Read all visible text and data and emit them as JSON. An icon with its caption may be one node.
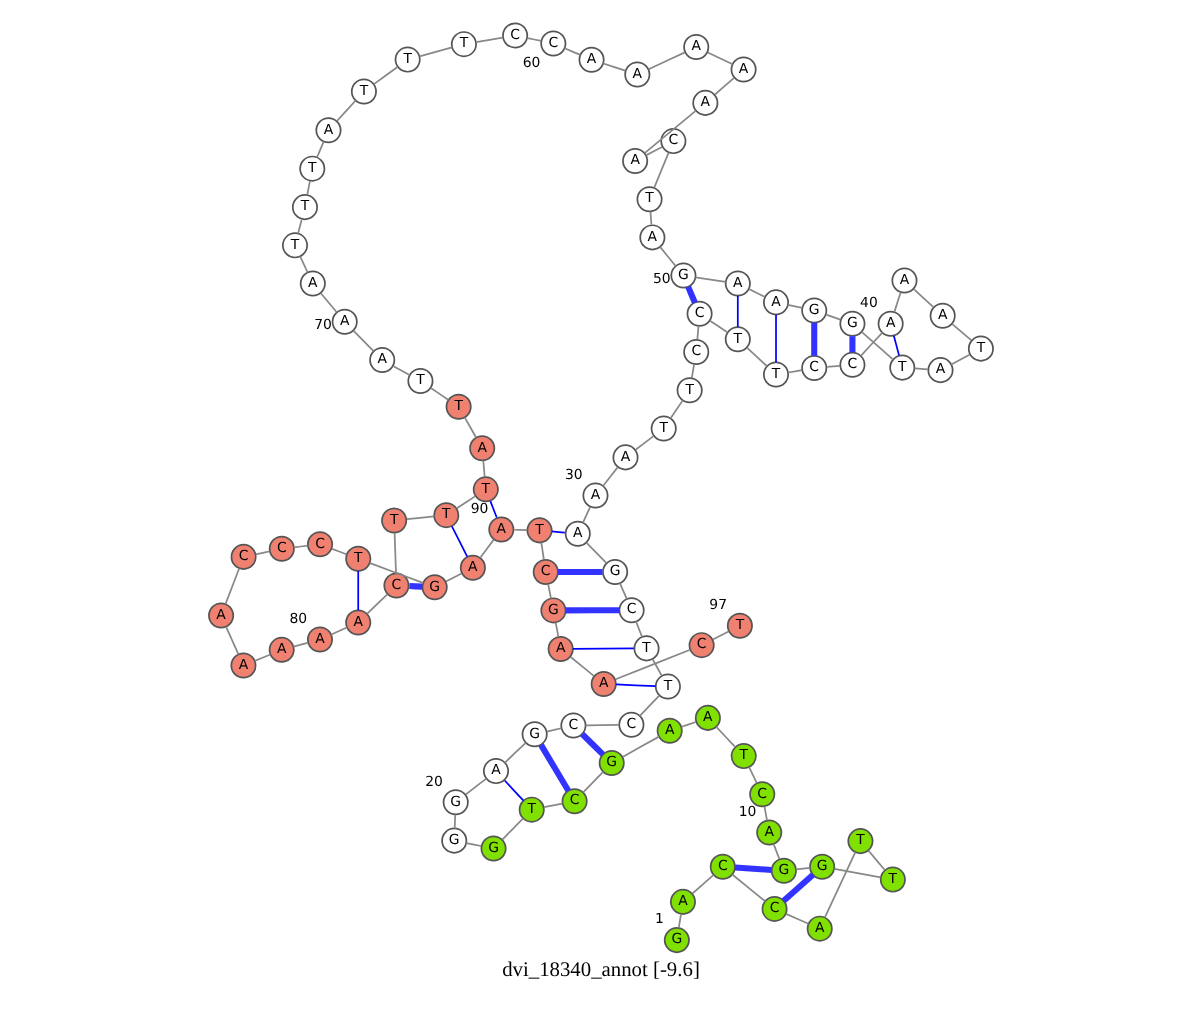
{
  "diagram": {
    "caption": "dvi_18340_annot [-9.6]",
    "nodes": [
      {
        "text": [
          "G"
        ],
        "beside": [
          "1"
        ]
      },
      {
        "text": [
          "A"
        ]
      },
      {
        "text": [
          "C"
        ]
      },
      {
        "text": [
          "C"
        ]
      },
      {
        "text": [
          "A"
        ]
      },
      {
        "text": [
          "T"
        ]
      },
      {
        "text": [
          "T"
        ]
      },
      {
        "text": [
          "G"
        ]
      },
      {
        "text": [
          "G"
        ]
      },
      {
        "text": [
          "A"
        ],
        "beside": [
          "10"
        ]
      },
      {
        "text": [
          "C"
        ]
      },
      {
        "text": [
          "T"
        ]
      },
      {
        "text": [
          "A"
        ]
      },
      {
        "text": [
          "A"
        ]
      },
      {
        "text": [
          "G"
        ]
      },
      {
        "text": [
          "C"
        ]
      },
      {
        "text": [
          "T"
        ]
      },
      {
        "text": [
          "G"
        ]
      },
      {
        "text": [
          "G"
        ]
      },
      {
        "text": [
          "G"
        ],
        "beside": [
          "20"
        ]
      },
      {
        "text": [
          "A"
        ]
      },
      {
        "text": [
          "G"
        ]
      },
      {
        "text": [
          "C"
        ]
      },
      {
        "text": [
          "C"
        ]
      },
      {
        "text": [
          "T"
        ]
      },
      {
        "text": [
          "T"
        ]
      },
      {
        "text": [
          "C"
        ]
      },
      {
        "text": [
          "G"
        ]
      },
      {
        "text": [
          "A"
        ]
      },
      {
        "text": [
          "A"
        ],
        "beside": [
          "30"
        ]
      },
      {
        "text": [
          "A"
        ]
      },
      {
        "text": [
          "T"
        ]
      },
      {
        "text": [
          "T"
        ]
      },
      {
        "text": [
          "C"
        ]
      },
      {
        "text": [
          "C"
        ]
      },
      {
        "text": [
          "T"
        ]
      },
      {
        "text": [
          "T"
        ]
      },
      {
        "text": [
          "C"
        ]
      },
      {
        "text": [
          "C"
        ]
      },
      {
        "text": [
          "A"
        ],
        "beside": [
          "40"
        ]
      },
      {
        "text": [
          "A"
        ]
      },
      {
        "text": [
          "A"
        ]
      },
      {
        "text": [
          "T"
        ]
      },
      {
        "text": [
          "A"
        ]
      },
      {
        "text": [
          "T"
        ]
      },
      {
        "text": [
          "G"
        ]
      },
      {
        "text": [
          "G"
        ]
      },
      {
        "text": [
          "A"
        ]
      },
      {
        "text": [
          "A"
        ]
      },
      {
        "text": [
          "G"
        ],
        "beside": [
          "50"
        ]
      },
      {
        "text": [
          "A"
        ]
      },
      {
        "text": [
          "T"
        ]
      },
      {
        "text": [
          "C"
        ]
      },
      {
        "text": [
          "A"
        ]
      },
      {
        "text": [
          "A"
        ]
      },
      {
        "text": [
          "A"
        ]
      },
      {
        "text": [
          "A"
        ]
      },
      {
        "text": [
          "A"
        ]
      },
      {
        "text": [
          "A"
        ]
      },
      {
        "text": [
          "C"
        ],
        "beside": [
          "60"
        ]
      },
      {
        "text": [
          "C"
        ]
      },
      {
        "text": [
          "T"
        ]
      },
      {
        "text": [
          "T"
        ]
      },
      {
        "text": [
          "T"
        ]
      },
      {
        "text": [
          "A"
        ]
      },
      {
        "text": [
          "T"
        ]
      },
      {
        "text": [
          "T"
        ]
      },
      {
        "text": [
          "T"
        ]
      },
      {
        "text": [
          "A"
        ]
      },
      {
        "text": [
          "A"
        ],
        "beside": [
          "70"
        ]
      },
      {
        "text": [
          "A"
        ]
      },
      {
        "text": [
          "T"
        ]
      },
      {
        "text": [
          "T"
        ]
      },
      {
        "text": [
          "A"
        ]
      },
      {
        "text": [
          "T"
        ]
      },
      {
        "text": [
          "T"
        ]
      },
      {
        "text": [
          "T"
        ]
      },
      {
        "text": [
          "C"
        ]
      },
      {
        "text": [
          "A"
        ]
      },
      {
        "text": [
          "A"
        ],
        "beside": [
          "80"
        ]
      },
      {
        "text": [
          "A"
        ]
      },
      {
        "text": [
          "A"
        ]
      },
      {
        "text": [
          "A"
        ]
      },
      {
        "text": [
          "C"
        ]
      },
      {
        "text": [
          "C"
        ]
      },
      {
        "text": [
          "C"
        ]
      },
      {
        "text": [
          "T"
        ]
      },
      {
        "text": [
          "G"
        ]
      },
      {
        "text": [
          "A"
        ]
      },
      {
        "text": [
          "A"
        ],
        "beside": [
          "90"
        ]
      },
      {
        "text": [
          "T"
        ]
      },
      {
        "text": [
          "C"
        ]
      },
      {
        "text": [
          "G"
        ]
      },
      {
        "text": [
          "A"
        ]
      },
      {
        "text": [
          "A"
        ]
      },
      {
        "text": [
          "C"
        ]
      },
      {
        "text": [
          "T"
        ],
        "beside": [
          "97"
        ]
      }
    ],
    "edges": [
      {
        "from": 0,
        "to": 1,
        "arrow": "none"
      },
      {
        "from": 1,
        "to": 2,
        "arrow": "none"
      },
      {
        "from": 2,
        "to": 3,
        "arrow": "none"
      },
      {
        "from": 3,
        "to": 4,
        "arrow": "none"
      },
      {
        "from": 4,
        "to": 5,
        "arrow": "none"
      },
      {
        "from": 5,
        "to": 6,
        "arrow": "none"
      },
      {
        "from": 6,
        "to": 7,
        "arrow": "none"
      },
      {
        "from": 7,
        "to": 8,
        "arrow": "none"
      },
      {
        "from": 8,
        "to": 9,
        "arrow": "none"
      },
      {
        "from": 9,
        "to": 10,
        "arrow": "none"
      },
      {
        "from": 10,
        "to": 11,
        "arrow": "none"
      },
      {
        "from": 11,
        "to": 12,
        "arrow": "none"
      },
      {
        "from": 12,
        "to": 13,
        "arrow": "none"
      },
      {
        "from": 13,
        "to": 14,
        "arrow": "none"
      },
      {
        "from": 14,
        "to": 15,
        "arrow": "none"
      },
      {
        "from": 15,
        "to": 16,
        "arrow": "none"
      },
      {
        "from": 16,
        "to": 17,
        "arrow": "none"
      },
      {
        "from": 17,
        "to": 18,
        "arrow": "none"
      },
      {
        "from": 18,
        "to": 19,
        "arrow": "none"
      },
      {
        "from": 19,
        "to": 20,
        "arrow": "none"
      },
      {
        "from": 20,
        "to": 21,
        "arrow": "none"
      },
      {
        "from": 21,
        "to": 22,
        "arrow": "none"
      },
      {
        "from": 22,
        "to": 23,
        "arrow": "none"
      },
      {
        "from": 23,
        "to": 24,
        "arrow": "none"
      },
      {
        "from": 24,
        "to": 25,
        "arrow": "none"
      },
      {
        "from": 25,
        "to": 26,
        "arrow": "none"
      },
      {
        "from": 26,
        "to": 27,
        "arrow": "none"
      },
      {
        "from": 27,
        "to": 28,
        "arrow": "none"
      },
      {
        "from": 28,
        "to": 29,
        "arrow": "none"
      },
      {
        "from": 29,
        "to": 30,
        "arrow": "none"
      },
      {
        "from": 30,
        "to": 31,
        "arrow": "none"
      },
      {
        "from": 31,
        "to": 32,
        "arrow": "none"
      },
      {
        "from": 32,
        "to": 33,
        "arrow": "none"
      },
      {
        "from": 33,
        "to": 34,
        "arrow": "none"
      },
      {
        "from": 34,
        "to": 35,
        "arrow": "none"
      },
      {
        "from": 35,
        "to": 36,
        "arrow": "none"
      },
      {
        "from": 36,
        "to": 37,
        "arrow": "none"
      },
      {
        "from": 37,
        "to": 38,
        "arrow": "none"
      },
      {
        "from": 38,
        "to": 39,
        "arrow": "none"
      },
      {
        "from": 39,
        "to": 40,
        "arrow": "none"
      },
      {
        "from": 40,
        "to": 41,
        "arrow": "none"
      },
      {
        "from": 41,
        "to": 42,
        "arrow": "none"
      },
      {
        "from": 42,
        "to": 43,
        "arrow": "none"
      },
      {
        "from": 43,
        "to": 44,
        "arrow": "none"
      },
      {
        "from": 44,
        "to": 45,
        "arrow": "none"
      },
      {
        "from": 45,
        "to": 46,
        "arrow": "none"
      },
      {
        "from": 46,
        "to": 47,
        "arrow": "none"
      },
      {
        "from": 47,
        "to": 48,
        "arrow": "none"
      },
      {
        "from": 48,
        "to": 49,
        "arrow": "none"
      },
      {
        "from": 49,
        "to": 50,
        "arrow": "none"
      },
      {
        "from": 50,
        "to": 51,
        "arrow": "none"
      },
      {
        "from": 51,
        "to": 52,
        "arrow": "none"
      },
      {
        "from": 52,
        "to": 53,
        "arrow": "none"
      },
      {
        "from": 53,
        "to": 54,
        "arrow": "none"
      },
      {
        "from": 54,
        "to": 55,
        "arrow": "none"
      },
      {
        "from": 55,
        "to": 56,
        "arrow": "none"
      },
      {
        "from": 56,
        "to": 57,
        "arrow": "none"
      },
      {
        "from": 57,
        "to": 58,
        "arrow": "none"
      },
      {
        "from": 58,
        "to": 59,
        "arrow": "none"
      },
      {
        "from": 59,
        "to": 60,
        "arrow": "none"
      },
      {
        "from": 60,
        "to": 61,
        "arrow": "none"
      },
      {
        "from": 61,
        "to": 62,
        "arrow": "none"
      },
      {
        "from": 62,
        "to": 63,
        "arrow": "none"
      },
      {
        "from": 63,
        "to": 64,
        "arrow": "none"
      },
      {
        "from": 64,
        "to": 65,
        "arrow": "none"
      },
      {
        "from": 65,
        "to": 66,
        "arrow": "none"
      },
      {
        "from": 66,
        "to": 67,
        "arrow": "none"
      },
      {
        "from": 67,
        "to": 68,
        "arrow": "none"
      },
      {
        "from": 68,
        "to": 69,
        "arrow": "none"
      },
      {
        "from": 69,
        "to": 70,
        "arrow": "none"
      },
      {
        "from": 70,
        "to": 71,
        "arrow": "none"
      },
      {
        "from": 71,
        "to": 72,
        "arrow": "none"
      },
      {
        "from": 72,
        "to": 73,
        "arrow": "none"
      },
      {
        "from": 73,
        "to": 74,
        "arrow": "none"
      },
      {
        "from": 74,
        "to": 75,
        "arrow": "none"
      },
      {
        "from": 75,
        "to": 76,
        "arrow": "none"
      },
      {
        "from": 76,
        "to": 77,
        "arrow": "none"
      },
      {
        "from": 77,
        "to": 78,
        "arrow": "none"
      },
      {
        "from": 78,
        "to": 79,
        "arrow": "none"
      },
      {
        "from": 79,
        "to": 80,
        "arrow": "none"
      },
      {
        "from": 80,
        "to": 81,
        "arrow": "none"
      },
      {
        "from": 81,
        "to": 82,
        "arrow": "none"
      },
      {
        "from": 82,
        "to": 83,
        "arrow": "none"
      },
      {
        "from": 83,
        "to": 84,
        "arrow": "none"
      },
      {
        "from": 84,
        "to": 85,
        "arrow": "none"
      },
      {
        "from": 85,
        "to": 86,
        "arrow": "none"
      },
      {
        "from": 86,
        "to": 87,
        "arrow": "none"
      },
      {
        "from": 87,
        "to": 88,
        "arrow": "none"
      },
      {
        "from": 88,
        "to": 89,
        "arrow": "none"
      },
      {
        "from": 89,
        "to": 90,
        "arrow": "none"
      },
      {
        "from": 90,
        "to": 91,
        "arrow": "none"
      },
      {
        "from": 91,
        "to": 92,
        "arrow": "none"
      },
      {
        "from": 92,
        "to": 93,
        "arrow": "none"
      },
      {
        "from": 93,
        "to": 94,
        "arrow": "none"
      },
      {
        "from": 94,
        "to": 95,
        "arrow": "none"
      },
      {
        "from": 95,
        "to": 96,
        "arrow": "none"
      },
      {
        "from": 2,
        "to": 8,
        "arrow": "none",
        "style": "thick",
        "color": "#3333ff"
      },
      {
        "from": 3,
        "to": 7,
        "arrow": "none",
        "style": "thick",
        "color": "#3333ff"
      },
      {
        "from": 14,
        "to": 22,
        "arrow": "none",
        "style": "thick",
        "color": "#3333ff"
      },
      {
        "from": 15,
        "to": 21,
        "arrow": "none",
        "style": "thick",
        "color": "#3333ff"
      },
      {
        "from": 16,
        "to": 20,
        "arrow": "none",
        "color": "#0000ff"
      },
      {
        "from": 24,
        "to": 94,
        "arrow": "none",
        "color": "#0000ff"
      },
      {
        "from": 25,
        "to": 93,
        "arrow": "none",
        "color": "#0000ff"
      },
      {
        "from": 26,
        "to": 92,
        "arrow": "none",
        "style": "thick",
        "color": "#3333ff"
      },
      {
        "from": 27,
        "to": 91,
        "arrow": "none",
        "style": "thick",
        "color": "#3333ff"
      },
      {
        "from": 28,
        "to": 90,
        "arrow": "none",
        "color": "#0000ff"
      },
      {
        "from": 34,
        "to": 49,
        "arrow": "none",
        "style": "thick",
        "color": "#3333ff"
      },
      {
        "from": 35,
        "to": 48,
        "arrow": "none",
        "color": "#0000ff"
      },
      {
        "from": 36,
        "to": 47,
        "arrow": "none",
        "color": "#0000ff"
      },
      {
        "from": 37,
        "to": 46,
        "arrow": "none",
        "style": "thick",
        "color": "#3333ff"
      },
      {
        "from": 38,
        "to": 45,
        "arrow": "none",
        "style": "thick",
        "color": "#3333ff"
      },
      {
        "from": 39,
        "to": 44,
        "arrow": "none",
        "color": "#0000ff"
      },
      {
        "from": 74,
        "to": 89,
        "arrow": "none",
        "color": "#0000ff"
      },
      {
        "from": 75,
        "to": 88,
        "arrow": "none",
        "color": "#0000ff"
      },
      {
        "from": 77,
        "to": 87,
        "arrow": "none",
        "style": "thick",
        "color": "#3333ff"
      },
      {
        "from": 78,
        "to": 86,
        "arrow": "none",
        "color": "#0000ff"
      }
    ]
  }
}
